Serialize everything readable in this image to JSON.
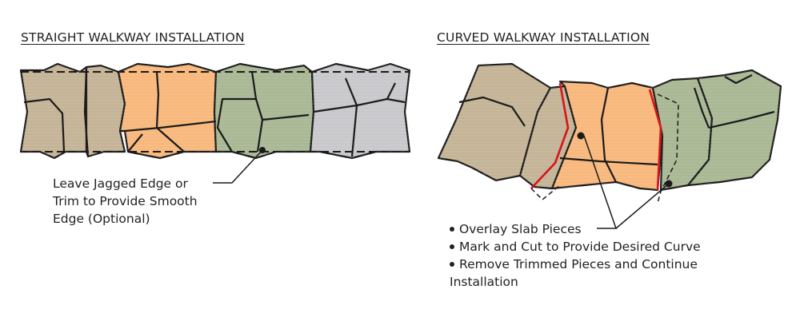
{
  "straight": {
    "title": "STRAIGHT WALKWAY INSTALLATION",
    "note_lines": [
      "Leave Jagged Edge or",
      "Trim to Provide Smooth",
      "Edge (Optional)"
    ]
  },
  "curved": {
    "title": "CURVED WALKWAY INSTALLATION",
    "steps": [
      [
        "Overlay Slab Pieces"
      ],
      [
        "Mark and Cut to Provide Desired Curve"
      ],
      [
        "Remove Trimmed Pieces and Continue",
        "Installation"
      ]
    ]
  },
  "colors": {
    "tan": "#c4b396",
    "orange": "#f8b87c",
    "green": "#a9b794",
    "gray": "#c8c8cc",
    "outline": "#1b1b1b",
    "cut_line": "#d8141c"
  }
}
